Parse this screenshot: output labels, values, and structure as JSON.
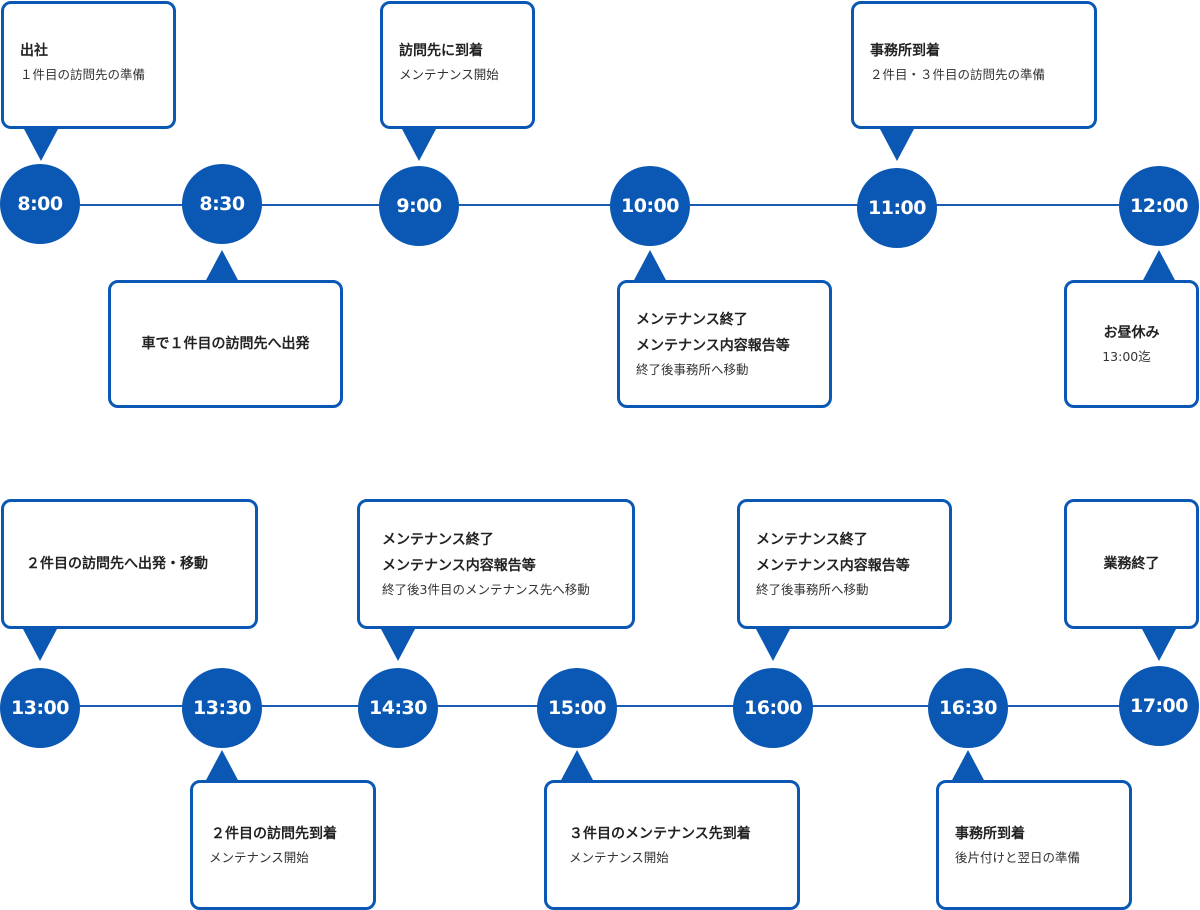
{
  "colors": {
    "accent": "#0a58b3",
    "line": "#1a5cb4",
    "text": "#333333",
    "background": "#ffffff"
  },
  "row1": {
    "times": [
      "8:00",
      "8:30",
      "9:00",
      "10:00",
      "11:00",
      "12:00"
    ],
    "cards": {
      "c800": {
        "lines": [
          "出社",
          "１件目の訪問先の準備"
        ]
      },
      "c830": {
        "lines": [
          "車で１件目の訪問先へ出発"
        ]
      },
      "c900": {
        "lines": [
          "訪問先に到着",
          "メンテナンス開始"
        ]
      },
      "c1000": {
        "lines": [
          "メンテナンス終了",
          "メンテナンス内容報告等",
          "終了後事務所へ移動"
        ]
      },
      "c1100": {
        "lines": [
          "事務所到着",
          "２件目・３件目の訪問先の準備"
        ]
      },
      "c1200": {
        "lines": [
          "お昼休み",
          "13:00迄"
        ]
      }
    }
  },
  "row2": {
    "times": [
      "13:00",
      "13:30",
      "14:30",
      "15:00",
      "16:00",
      "16:30",
      "17:00"
    ],
    "cards": {
      "c1300": {
        "lines": [
          "２件目の訪問先へ出発・移動"
        ]
      },
      "c1330": {
        "lines": [
          "２件目の訪問先到着",
          "メンテナンス開始"
        ]
      },
      "c1430": {
        "lines": [
          "メンテナンス終了",
          "メンテナンス内容報告等",
          "終了後3件目のメンテナンス先へ移動"
        ]
      },
      "c1500": {
        "lines": [
          "３件目のメンテナンス先到着",
          "メンテナンス開始"
        ]
      },
      "c1600": {
        "lines": [
          "メンテナンス終了",
          "メンテナンス内容報告等",
          "終了後事務所へ移動"
        ]
      },
      "c1630": {
        "lines": [
          "事務所到着",
          "後片付けと翌日の準備"
        ]
      },
      "c1700": {
        "lines": [
          "業務終了"
        ]
      }
    }
  }
}
